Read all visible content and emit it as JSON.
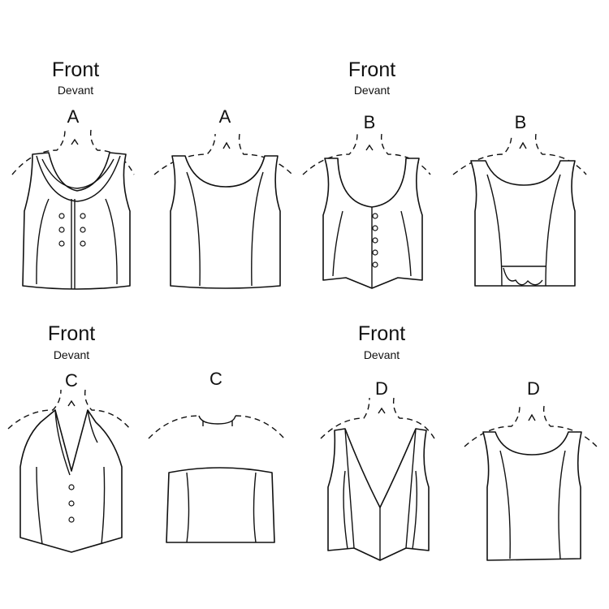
{
  "labels": {
    "front": "Front",
    "devant": "Devant"
  },
  "views": [
    {
      "letter": "A",
      "side": "front"
    },
    {
      "letter": "A",
      "side": "back"
    },
    {
      "letter": "B",
      "side": "front"
    },
    {
      "letter": "B",
      "side": "back"
    },
    {
      "letter": "C",
      "side": "front"
    },
    {
      "letter": "C",
      "side": "back"
    },
    {
      "letter": "D",
      "side": "front"
    },
    {
      "letter": "D",
      "side": "back"
    }
  ]
}
